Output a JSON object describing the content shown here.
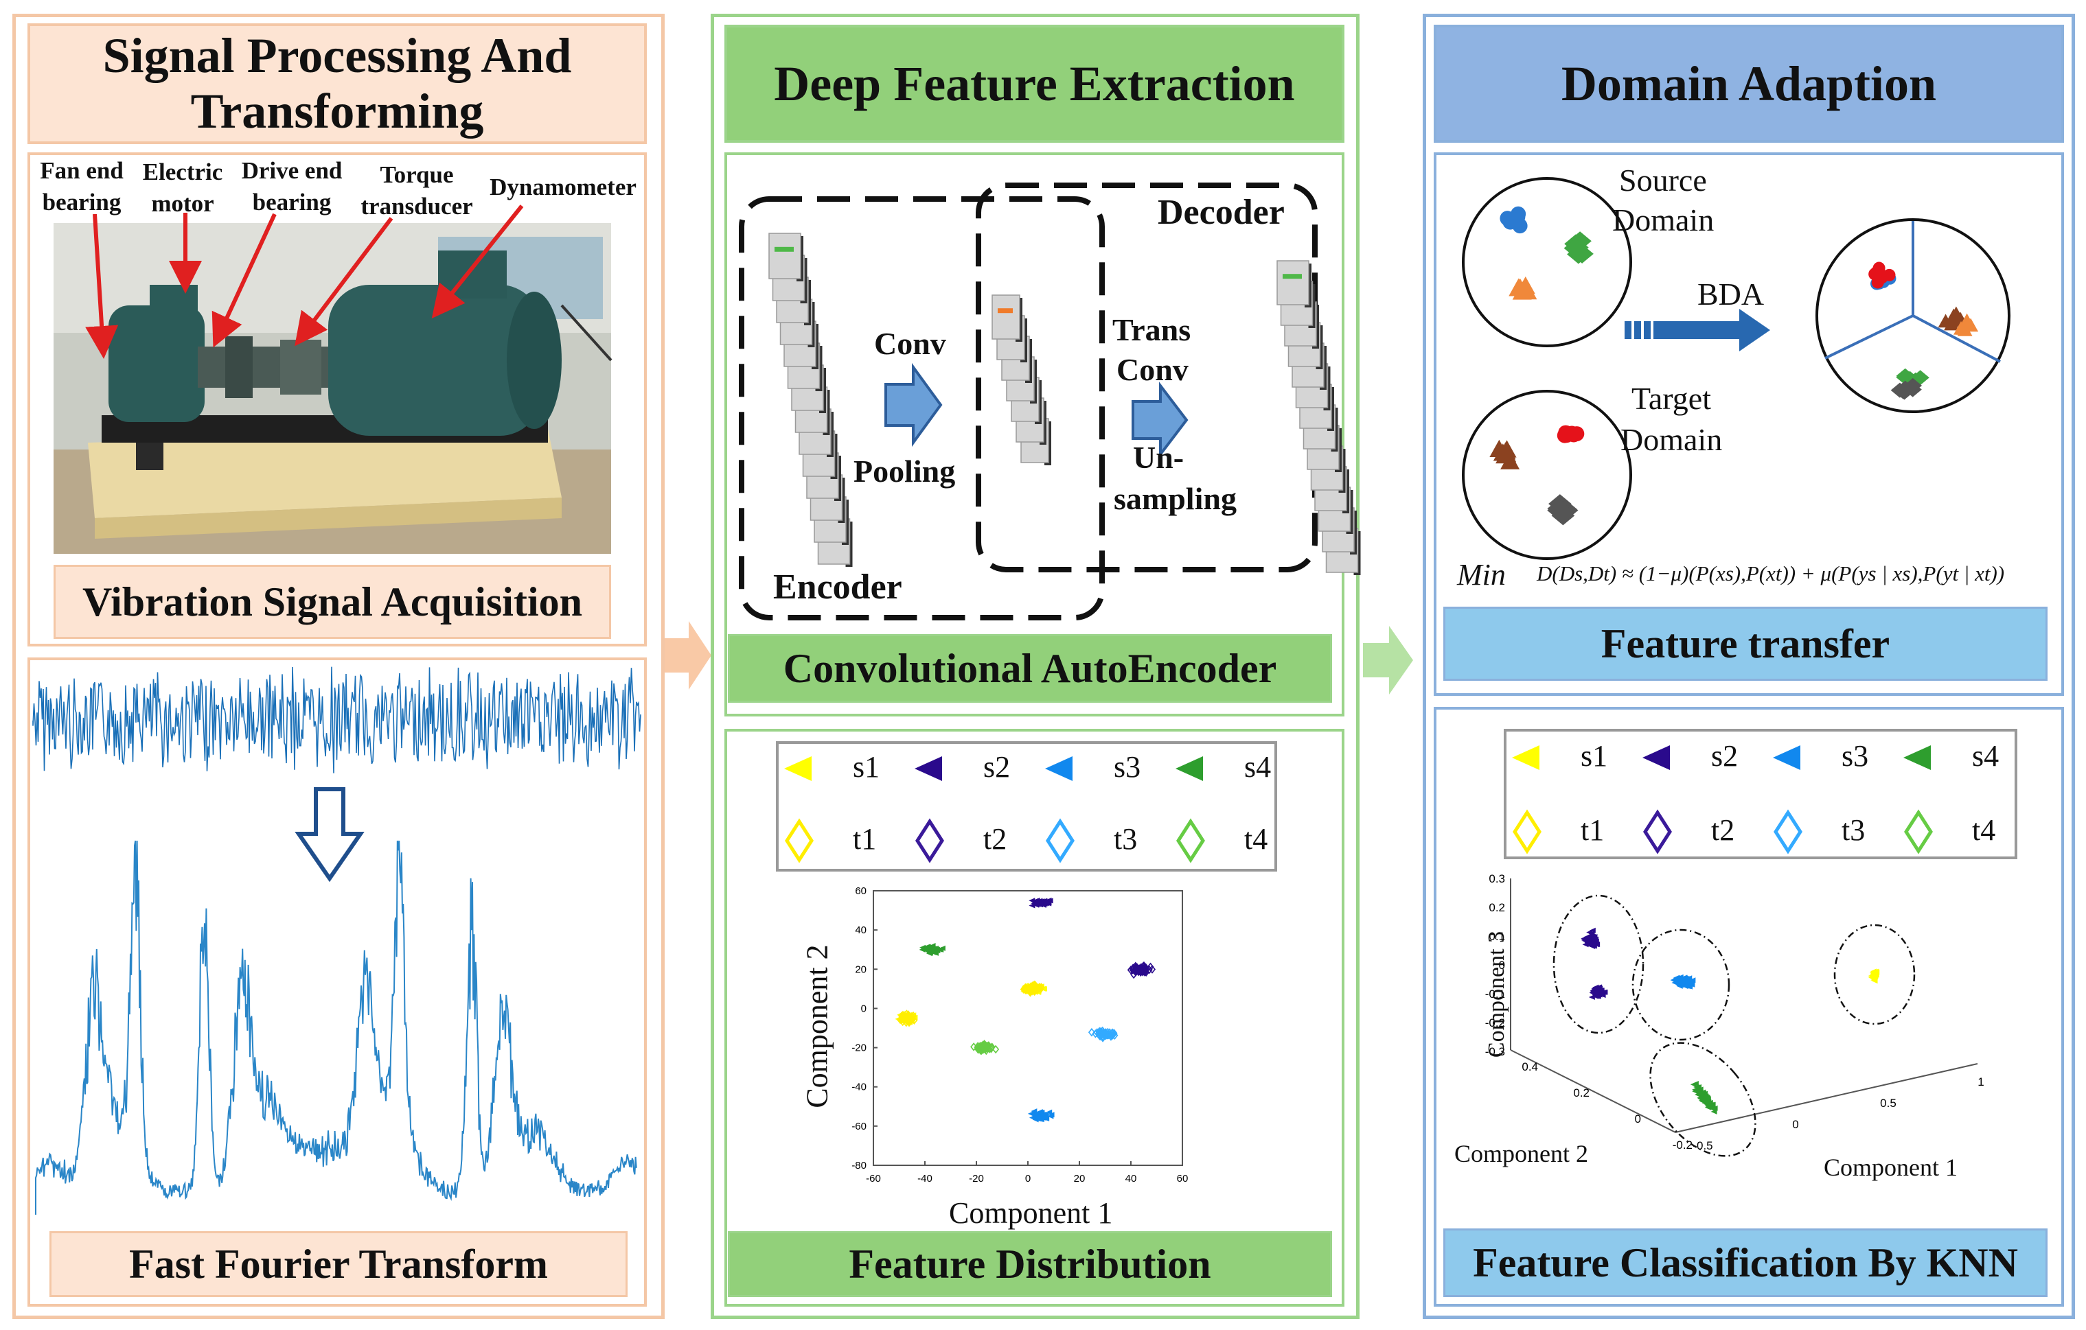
{
  "panel1": {
    "title": "Signal Processing And Transforming",
    "machine_labels": {
      "fan_end_bearing": "Fan end bearing",
      "electric_motor": "Electric motor",
      "drive_end_bearing": "Drive end bearing",
      "torque_transducer": "Torque transducer",
      "dynamometer": "Dynamometer"
    },
    "acquisition_caption": "Vibration Signal Acquisition",
    "fft_caption": "Fast Fourier Transform"
  },
  "panel2": {
    "title": "Deep Feature Extraction",
    "cae": {
      "decoder_label": "Decoder",
      "encoder_label": "Encoder",
      "conv_label": "Conv",
      "pooling_label": "Pooling",
      "trans_label": "Trans",
      "conv2_label": "Conv",
      "un_label": "Un-",
      "sampling_label": "sampling",
      "caption": "Convolutional AutoEncoder"
    },
    "legend": {
      "source": [
        "s1",
        "s2",
        "s3",
        "s4"
      ],
      "target": [
        "t1",
        "t2",
        "t3",
        "t4"
      ]
    },
    "scatter": {
      "xlabel": "Component 1",
      "ylabel": "Component 2",
      "xticks": [
        "-60",
        "-40",
        "-20",
        "0",
        "20",
        "40",
        "60"
      ],
      "yticks": [
        "60",
        "40",
        "20",
        "0",
        "-20",
        "-40",
        "-60",
        "-80"
      ]
    },
    "caption": "Feature Distribution"
  },
  "panel3": {
    "title": "Domain Adaption",
    "source_domain_line1": "Source",
    "source_domain_line2": "Domain",
    "target_domain_line1": "Target",
    "target_domain_line2": "Domain",
    "method": "BDA",
    "formula_min": "Min",
    "formula": "D(Ds,Dt) ≈ (1−μ)(P(xs),P(xt)) + μ(P(ys | xs),P(yt | xt))",
    "transfer_caption": "Feature transfer",
    "legend": {
      "source": [
        "s1",
        "s2",
        "s3",
        "s4"
      ],
      "target": [
        "t1",
        "t2",
        "t3",
        "t4"
      ]
    },
    "plot3d": {
      "zticks": [
        "0.3",
        "0.2",
        "0.1",
        "0",
        "-0.1",
        "-0.2",
        "-0.3"
      ],
      "yticks": [
        "0.4",
        "0.2",
        "0",
        "-0.2"
      ],
      "xticks": [
        "-0.5",
        "0",
        "0.5",
        "1"
      ],
      "xlabel": "Component 1",
      "ylabel": "Component 2",
      "zlabel": "Component 3"
    },
    "caption": "Feature Classification By KNN"
  },
  "colors": {
    "panel1_border": "#f4c7a6",
    "panel1_fill": "#fde4d3",
    "panel2_border": "#9bd48a",
    "panel2_fill": "#92d07a",
    "panel3_border": "#8ab0dc",
    "panel3_fill": "#8fb3e2",
    "panel3_caption_fill": "#8ec9ec",
    "s1": "#ffff00",
    "s2": "#2a0a8c",
    "s3": "#1188ee",
    "s4": "#2e9e2e",
    "t1": "#ffee00",
    "t2": "#3a1a9a",
    "t3": "#33aaff",
    "t4": "#66cc44",
    "signal": "#1a70b8",
    "arrow_blue": "#3f6fb0"
  }
}
